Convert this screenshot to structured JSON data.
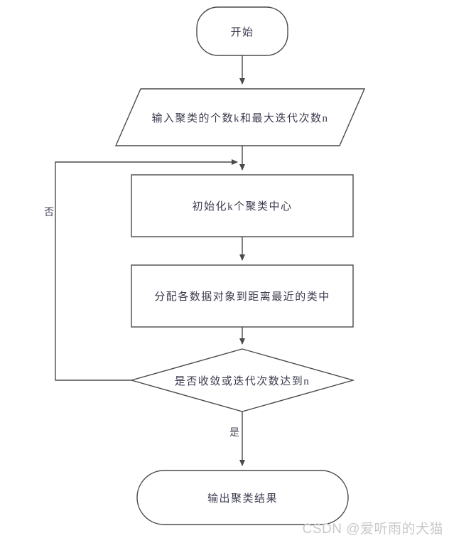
{
  "diagram": {
    "title": "K-means clustering flowchart",
    "type": "flowchart",
    "stroke_color": "#4a4a4a",
    "text_color": "#3b3b4f",
    "background": "#ffffff",
    "nodes": [
      {
        "id": "start",
        "shape": "stadium",
        "label": "开始"
      },
      {
        "id": "input",
        "shape": "parallelogram",
        "label": "输入聚类的个数k和最大迭代次数n"
      },
      {
        "id": "init",
        "shape": "rectangle",
        "label": "初始化k个聚类中心"
      },
      {
        "id": "assign",
        "shape": "rectangle",
        "label": "分配各数据对象到距离最近的类中"
      },
      {
        "id": "decision",
        "shape": "diamond",
        "label": "是否收敛或迭代次数达到n"
      },
      {
        "id": "end",
        "shape": "stadium",
        "label": "输出聚类结果"
      }
    ],
    "edges": [
      {
        "from": "start",
        "to": "input",
        "label": ""
      },
      {
        "from": "input",
        "to": "init",
        "label": ""
      },
      {
        "from": "init",
        "to": "assign",
        "label": ""
      },
      {
        "from": "assign",
        "to": "decision",
        "label": ""
      },
      {
        "from": "decision",
        "to": "init",
        "label": "否"
      },
      {
        "from": "decision",
        "to": "end",
        "label": "是"
      }
    ]
  },
  "watermark": {
    "text": "CSDN @爱听雨的犬猫"
  }
}
